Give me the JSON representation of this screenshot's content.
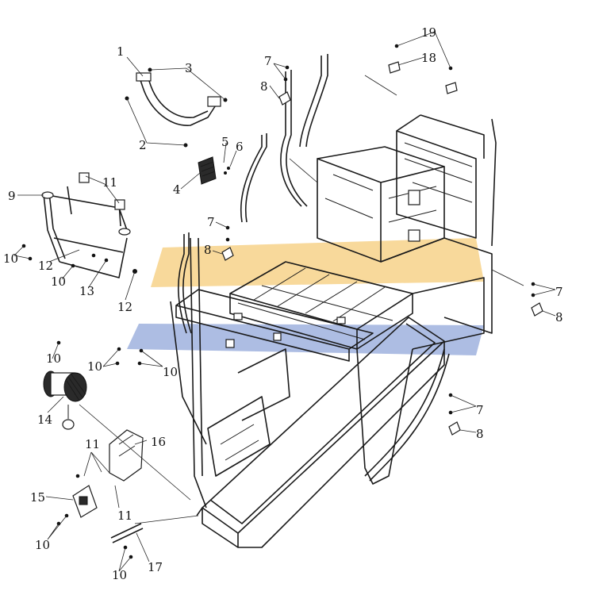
{
  "watermark": {
    "color_yellow": "#f7d28a",
    "color_blue": "#9fb2de"
  },
  "callouts": {
    "c1": "1",
    "c2": "2",
    "c3": "3",
    "c4": "4",
    "c5": "5",
    "c6": "6",
    "c7a": "7",
    "c7b": "7",
    "c7c": "7",
    "c7d": "7",
    "c8a": "8",
    "c8b": "8",
    "c8c": "8",
    "c8d": "8",
    "c9": "9",
    "c10a": "10",
    "c10b": "10",
    "c10c": "10",
    "c10d": "10",
    "c10e": "10",
    "c10f": "10",
    "c10g": "10",
    "c11a": "11",
    "c11b": "11",
    "c11c": "11",
    "c12a": "12",
    "c12b": "12",
    "c13": "13",
    "c14": "14",
    "c15": "15",
    "c16": "16",
    "c17": "17",
    "c18": "18",
    "c19": "19"
  }
}
